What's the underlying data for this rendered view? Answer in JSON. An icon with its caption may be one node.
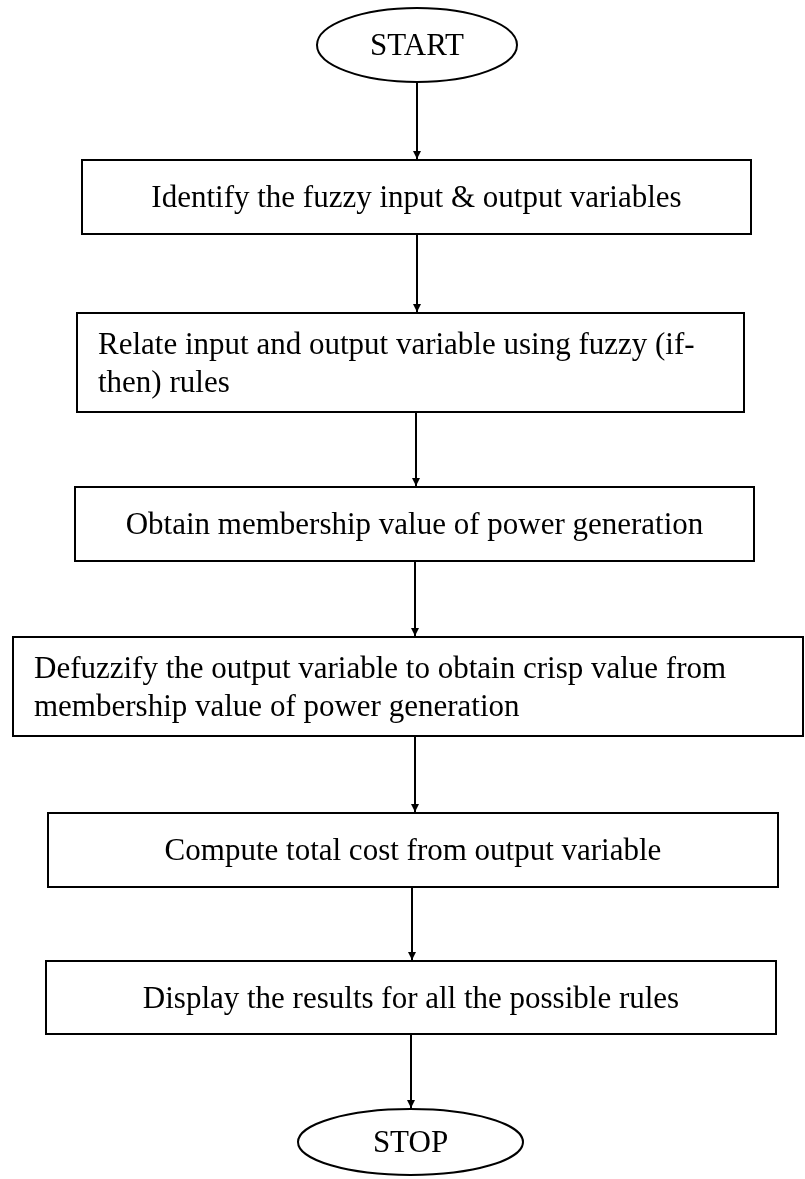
{
  "diagram": {
    "nodes": [
      {
        "text": [
          "START"
        ]
      },
      {
        "text": [
          "Identify the fuzzy input & output variables"
        ]
      },
      {
        "text": [
          "Relate input and output variable using fuzzy (if-then) rules"
        ]
      },
      {
        "text": [
          "Obtain membership value of power generation"
        ]
      },
      {
        "text": [
          "Defuzzify the output variable to obtain crisp value from membership value of power generation"
        ]
      },
      {
        "text": [
          "Compute total cost from output variable"
        ]
      },
      {
        "text": [
          "Display the results for all the possible rules"
        ]
      },
      {
        "text": [
          "STOP"
        ]
      }
    ],
    "edges": [
      {
        "from": 0,
        "to": 1,
        "arrow": "to"
      },
      {
        "from": 1,
        "to": 2,
        "arrow": "to"
      },
      {
        "from": 2,
        "to": 3,
        "arrow": "to"
      },
      {
        "from": 3,
        "to": 4,
        "arrow": "to"
      },
      {
        "from": 4,
        "to": 5,
        "arrow": "to"
      },
      {
        "from": 5,
        "to": 6,
        "arrow": "to"
      },
      {
        "from": 6,
        "to": 7,
        "arrow": "to"
      }
    ]
  }
}
